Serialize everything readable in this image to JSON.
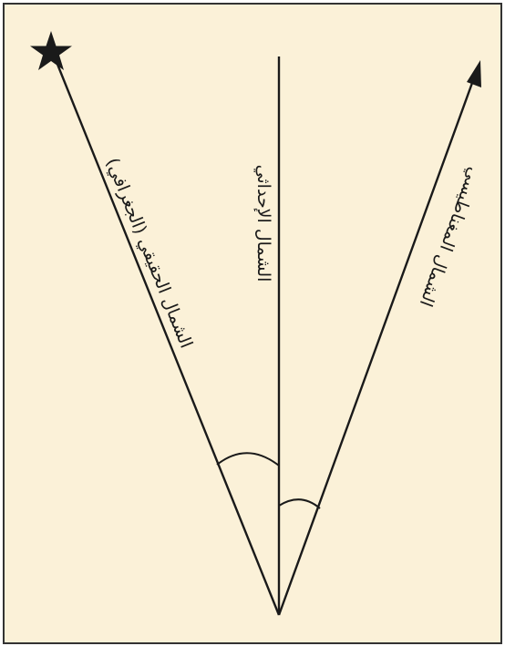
{
  "diagram": {
    "labels": {
      "true_north": "الشمال الحقيقي (الجغرافي)",
      "grid_north": "الشمال الإحداثي",
      "magnetic_north": "الشمال المغناطيسي"
    },
    "colors": {
      "background": "#fbf1d8",
      "line": "#1a1a1a",
      "border": "#333333"
    },
    "icons": {
      "true_north_marker": "star-icon",
      "magnetic_north_marker": "arrowhead-icon"
    }
  }
}
